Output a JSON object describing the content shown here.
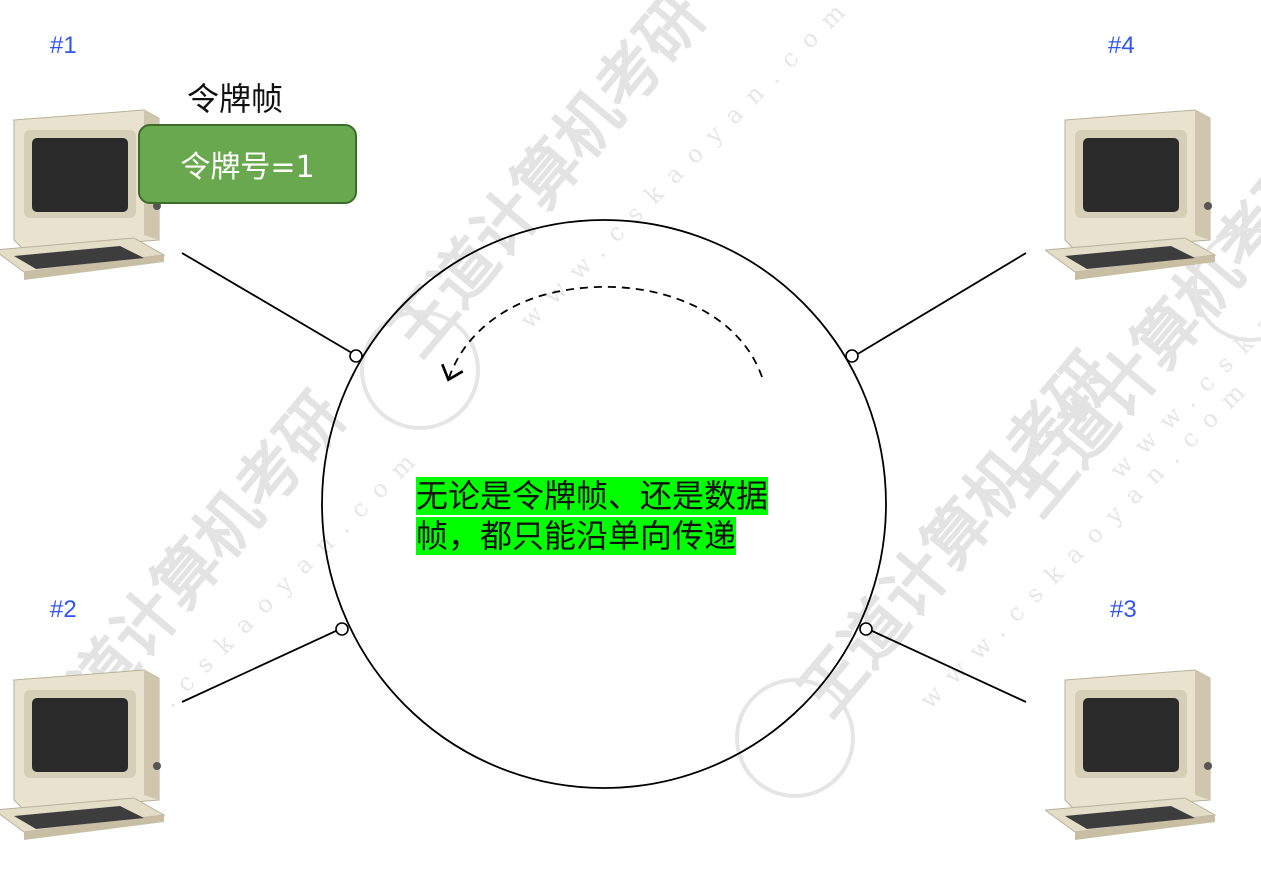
{
  "stations": [
    {
      "label": "#1"
    },
    {
      "label": "#2"
    },
    {
      "label": "#3"
    },
    {
      "label": "#4"
    }
  ],
  "token_frame": {
    "title": "令牌帧",
    "box_text": "令牌号=1",
    "box_color": "#6aa84f"
  },
  "note": {
    "line1": "无论是令牌帧、还是数据",
    "line2": "帧，都只能沿单向传递",
    "highlight_color": "#00ff00"
  },
  "colors": {
    "label": "#3355ee",
    "ring": "#000000",
    "watermark": "#d9d9d9"
  },
  "watermark": {
    "brand": "王道计算机考研",
    "url": "www.cskaoyan.com"
  }
}
